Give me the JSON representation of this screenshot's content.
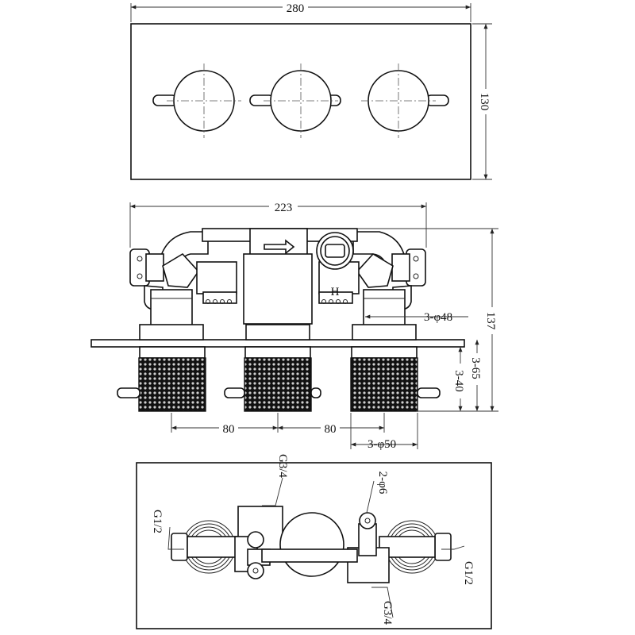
{
  "front_view": {
    "width_label": "280",
    "height_label": "130"
  },
  "side_view": {
    "overall_width_label": "223",
    "depth_label": "137",
    "body_dia_label": "3-φ48",
    "handle_dia_label": "3-φ50",
    "length_65_label": "3-65",
    "length_40_label": "3-40",
    "spacing_left_label": "80",
    "spacing_right_label": "80",
    "hot_mark": "H"
  },
  "rear_view": {
    "outlet_top_label": "G3/4",
    "outlet_bottom_label": "G3/4",
    "inlet_left_label": "G1/2",
    "inlet_right_label": "G1/2",
    "mount_hole_label": "2-φ6"
  }
}
